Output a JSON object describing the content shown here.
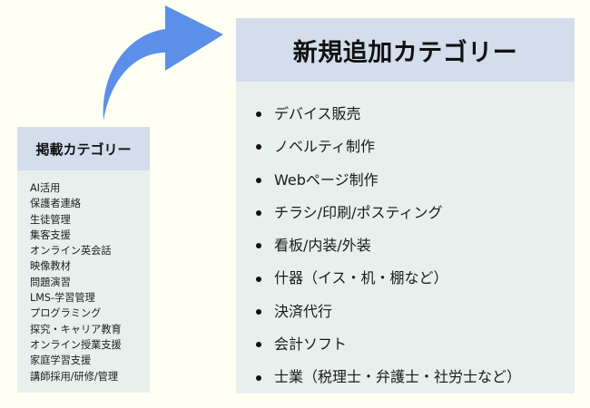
{
  "arrow": {
    "color": "#5b8fe8",
    "direction": "curved-up-right"
  },
  "colors": {
    "background": "#fffff3",
    "header_bg": "#d3ddec",
    "body_bg": "#e8f0ee"
  },
  "listed_categories": {
    "title": "掲載カテゴリー",
    "items": [
      "AI活用",
      "保護者連絡",
      "生徒管理",
      "集客支援",
      "オンライン英会話",
      "映像教材",
      "問題演習",
      "LMS-学習管理",
      "プログラミング",
      "探究・キャリア教育",
      "オンライン授業支援",
      "家庭学習支援",
      "講師採用/研修/管理"
    ]
  },
  "new_categories": {
    "title": "新規追加カテゴリー",
    "items": [
      "デバイス販売",
      "ノベルティ制作",
      "Webページ制作",
      "チラシ/印刷/ポスティング",
      "看板/内装/外装",
      "什器（イス・机・棚など）",
      "決済代行",
      "会計ソフト",
      "士業（税理士・弁護士・社労士など）"
    ]
  }
}
